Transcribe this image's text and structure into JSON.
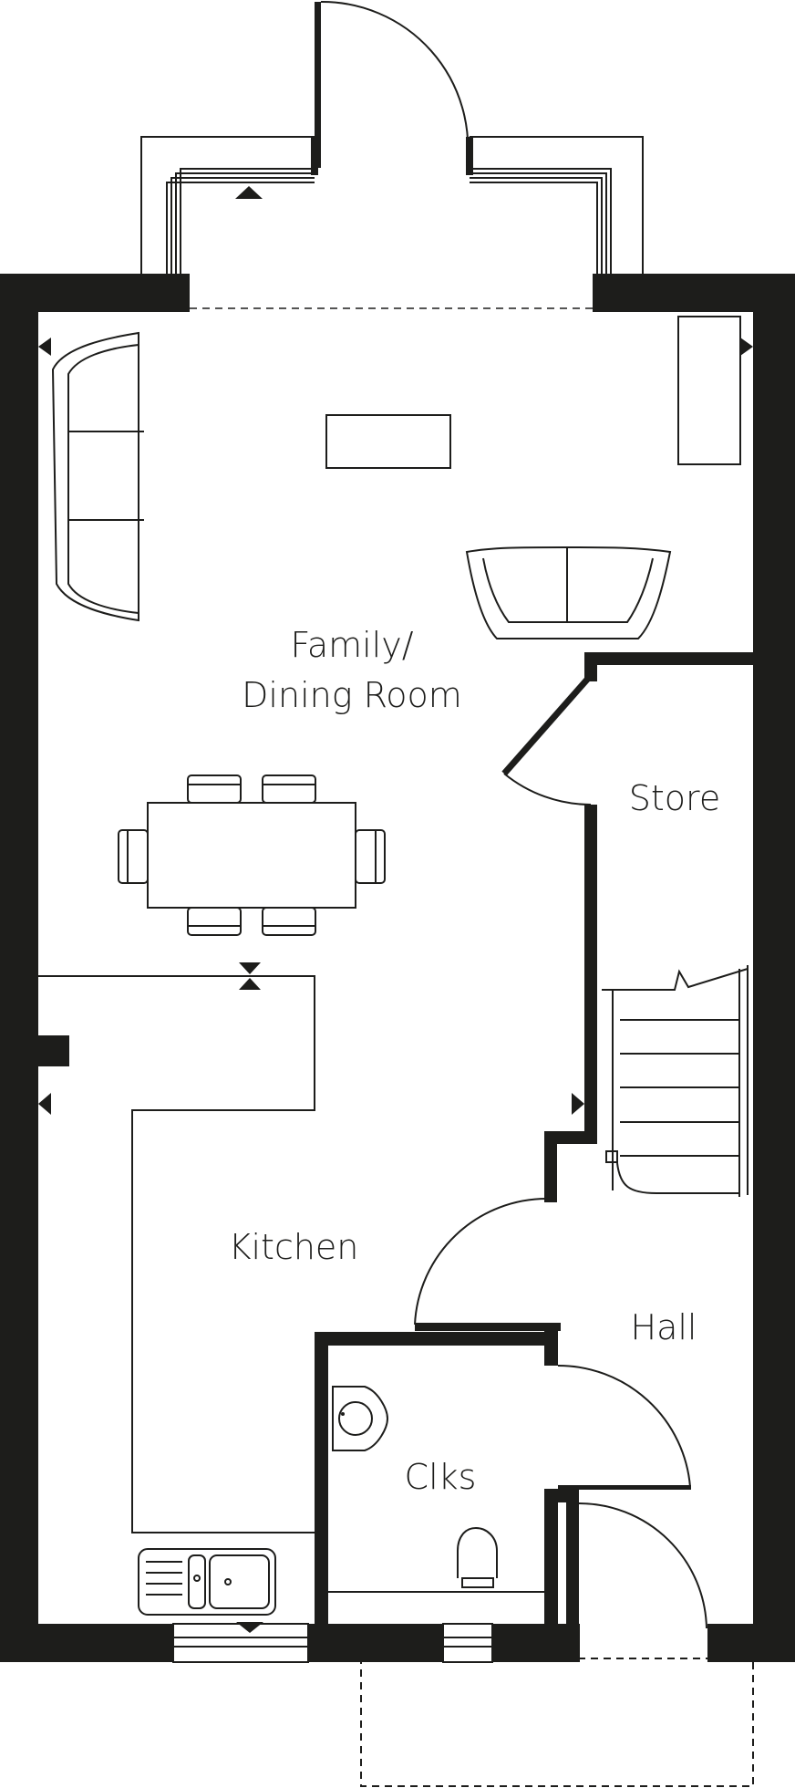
{
  "rooms": {
    "family_line1": "Family/",
    "family_line2": "Dining Room",
    "store": "Store",
    "kitchen": "Kitchen",
    "hall": "Hall",
    "clks": "Clks"
  },
  "colors": {
    "walls": "#1d1d1b",
    "background": "#ffffff"
  }
}
